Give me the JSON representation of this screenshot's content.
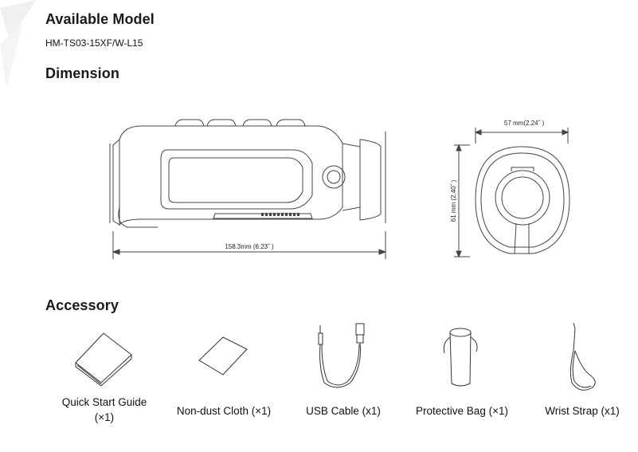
{
  "sections": {
    "model_title": "Available Model",
    "model_name": "HM-TS03-15XF/W-L15",
    "dimension_title": "Dimension",
    "accessory_title": "Accessory"
  },
  "dimensions": {
    "length": "158.3mm (6.23˝ )",
    "width": "57 mm(2.24˝ )",
    "height": "61 mm (2.40˝ )"
  },
  "accessories": [
    {
      "line1": "Quick Start Guide",
      "line2": "(×1)",
      "icon": "booklet-icon"
    },
    {
      "line1": "Non-dust Cloth (×1)",
      "line2": "",
      "icon": "cloth-icon"
    },
    {
      "line1": "USB Cable (x1)",
      "line2": "",
      "icon": "usb-cable-icon"
    },
    {
      "line1": "Protective Bag (×1)",
      "line2": "",
      "icon": "bag-icon"
    },
    {
      "line1": "Wrist Strap (x1)",
      "line2": "",
      "icon": "strap-icon"
    }
  ]
}
